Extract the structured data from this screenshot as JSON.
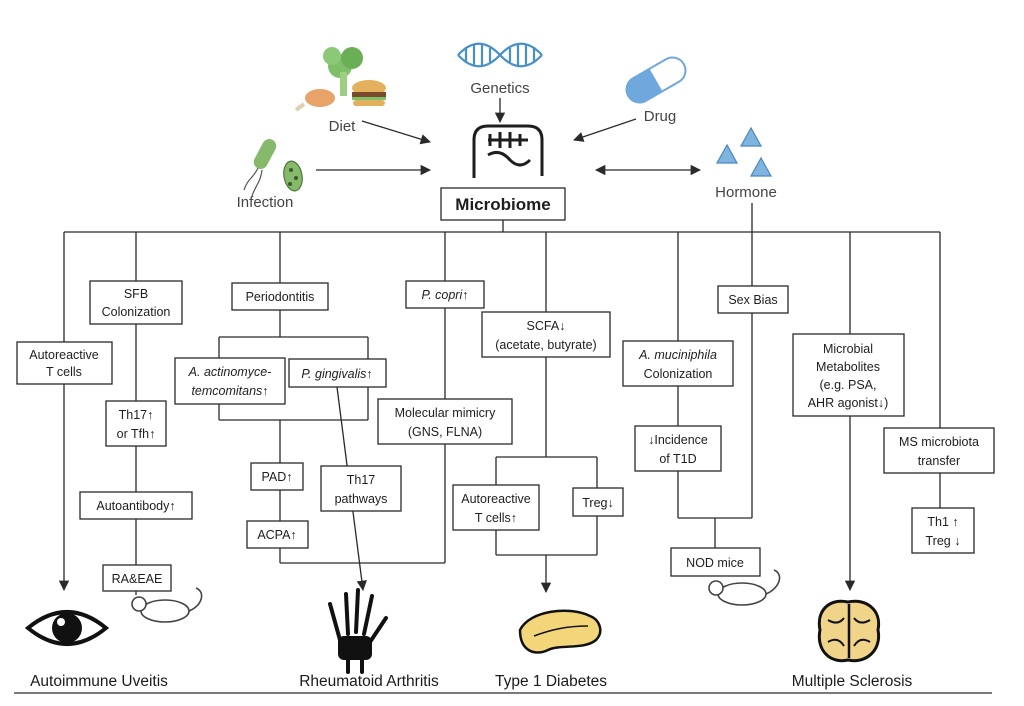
{
  "factors": {
    "genetics": "Genetics",
    "diet": "Diet",
    "drug": "Drug",
    "infection": "Infection",
    "hormone": "Hormone"
  },
  "microbiome": "Microbiome",
  "boxes": {
    "sfb_1": "SFB",
    "sfb_2": "Colonization",
    "autoreactive_t_1": "Autoreactive",
    "autoreactive_t_2": "T cells",
    "th17_1": "Th17↑",
    "th17_2": "or Tfh↑",
    "autoantibody": "Autoantibody↑",
    "ra_eae": "RA&EAE",
    "periodontitis": "Periodontitis",
    "aa_1": "A. actinomyce-",
    "aa_2": "temcomitans↑",
    "pg": "P. gingivalis↑",
    "pad": "PAD↑",
    "acpa": "ACPA↑",
    "th17p_1": "Th17",
    "th17p_2": "pathways",
    "pcopri": "P. copri↑",
    "mimicry_1": "Molecular mimicry",
    "mimicry_2": "(GNS, FLNA)",
    "scfa_1": "SCFA↓",
    "scfa_2": "(acetate, butyrate)",
    "autoreactive_t1d_1": "Autoreactive",
    "autoreactive_t1d_2": "T cells↑",
    "treg": "Treg↓",
    "akk_1": "A. muciniphila",
    "akk_2": "Colonization",
    "incidence_1": "↓Incidence",
    "incidence_2": "of T1D",
    "sex_bias": "Sex Bias",
    "nod": "NOD mice",
    "metab_1": "Microbial",
    "metab_2": "Metabolites",
    "metab_3": "(e.g. PSA,",
    "metab_4": "AHR agonist↓)",
    "ms_transfer_1": "MS microbiota",
    "ms_transfer_2": "transfer",
    "th1_1": "Th1 ↑",
    "th1_2": "Treg ↓"
  },
  "diseases": {
    "uveitis": "Autoimmune Uveitis",
    "ra": "Rheumatoid Arthritis",
    "t1d": "Type 1 Diabetes",
    "ms": "Multiple Sclerosis"
  },
  "colors": {
    "dna": "#4a90c8",
    "pill": "#6fa8dc",
    "hormone": "#7fb3e0",
    "pancreas": "#f3d67a",
    "brain": "#f0d48a",
    "bacteria": "#86b96b",
    "broccoli": "#7fbf6a"
  }
}
